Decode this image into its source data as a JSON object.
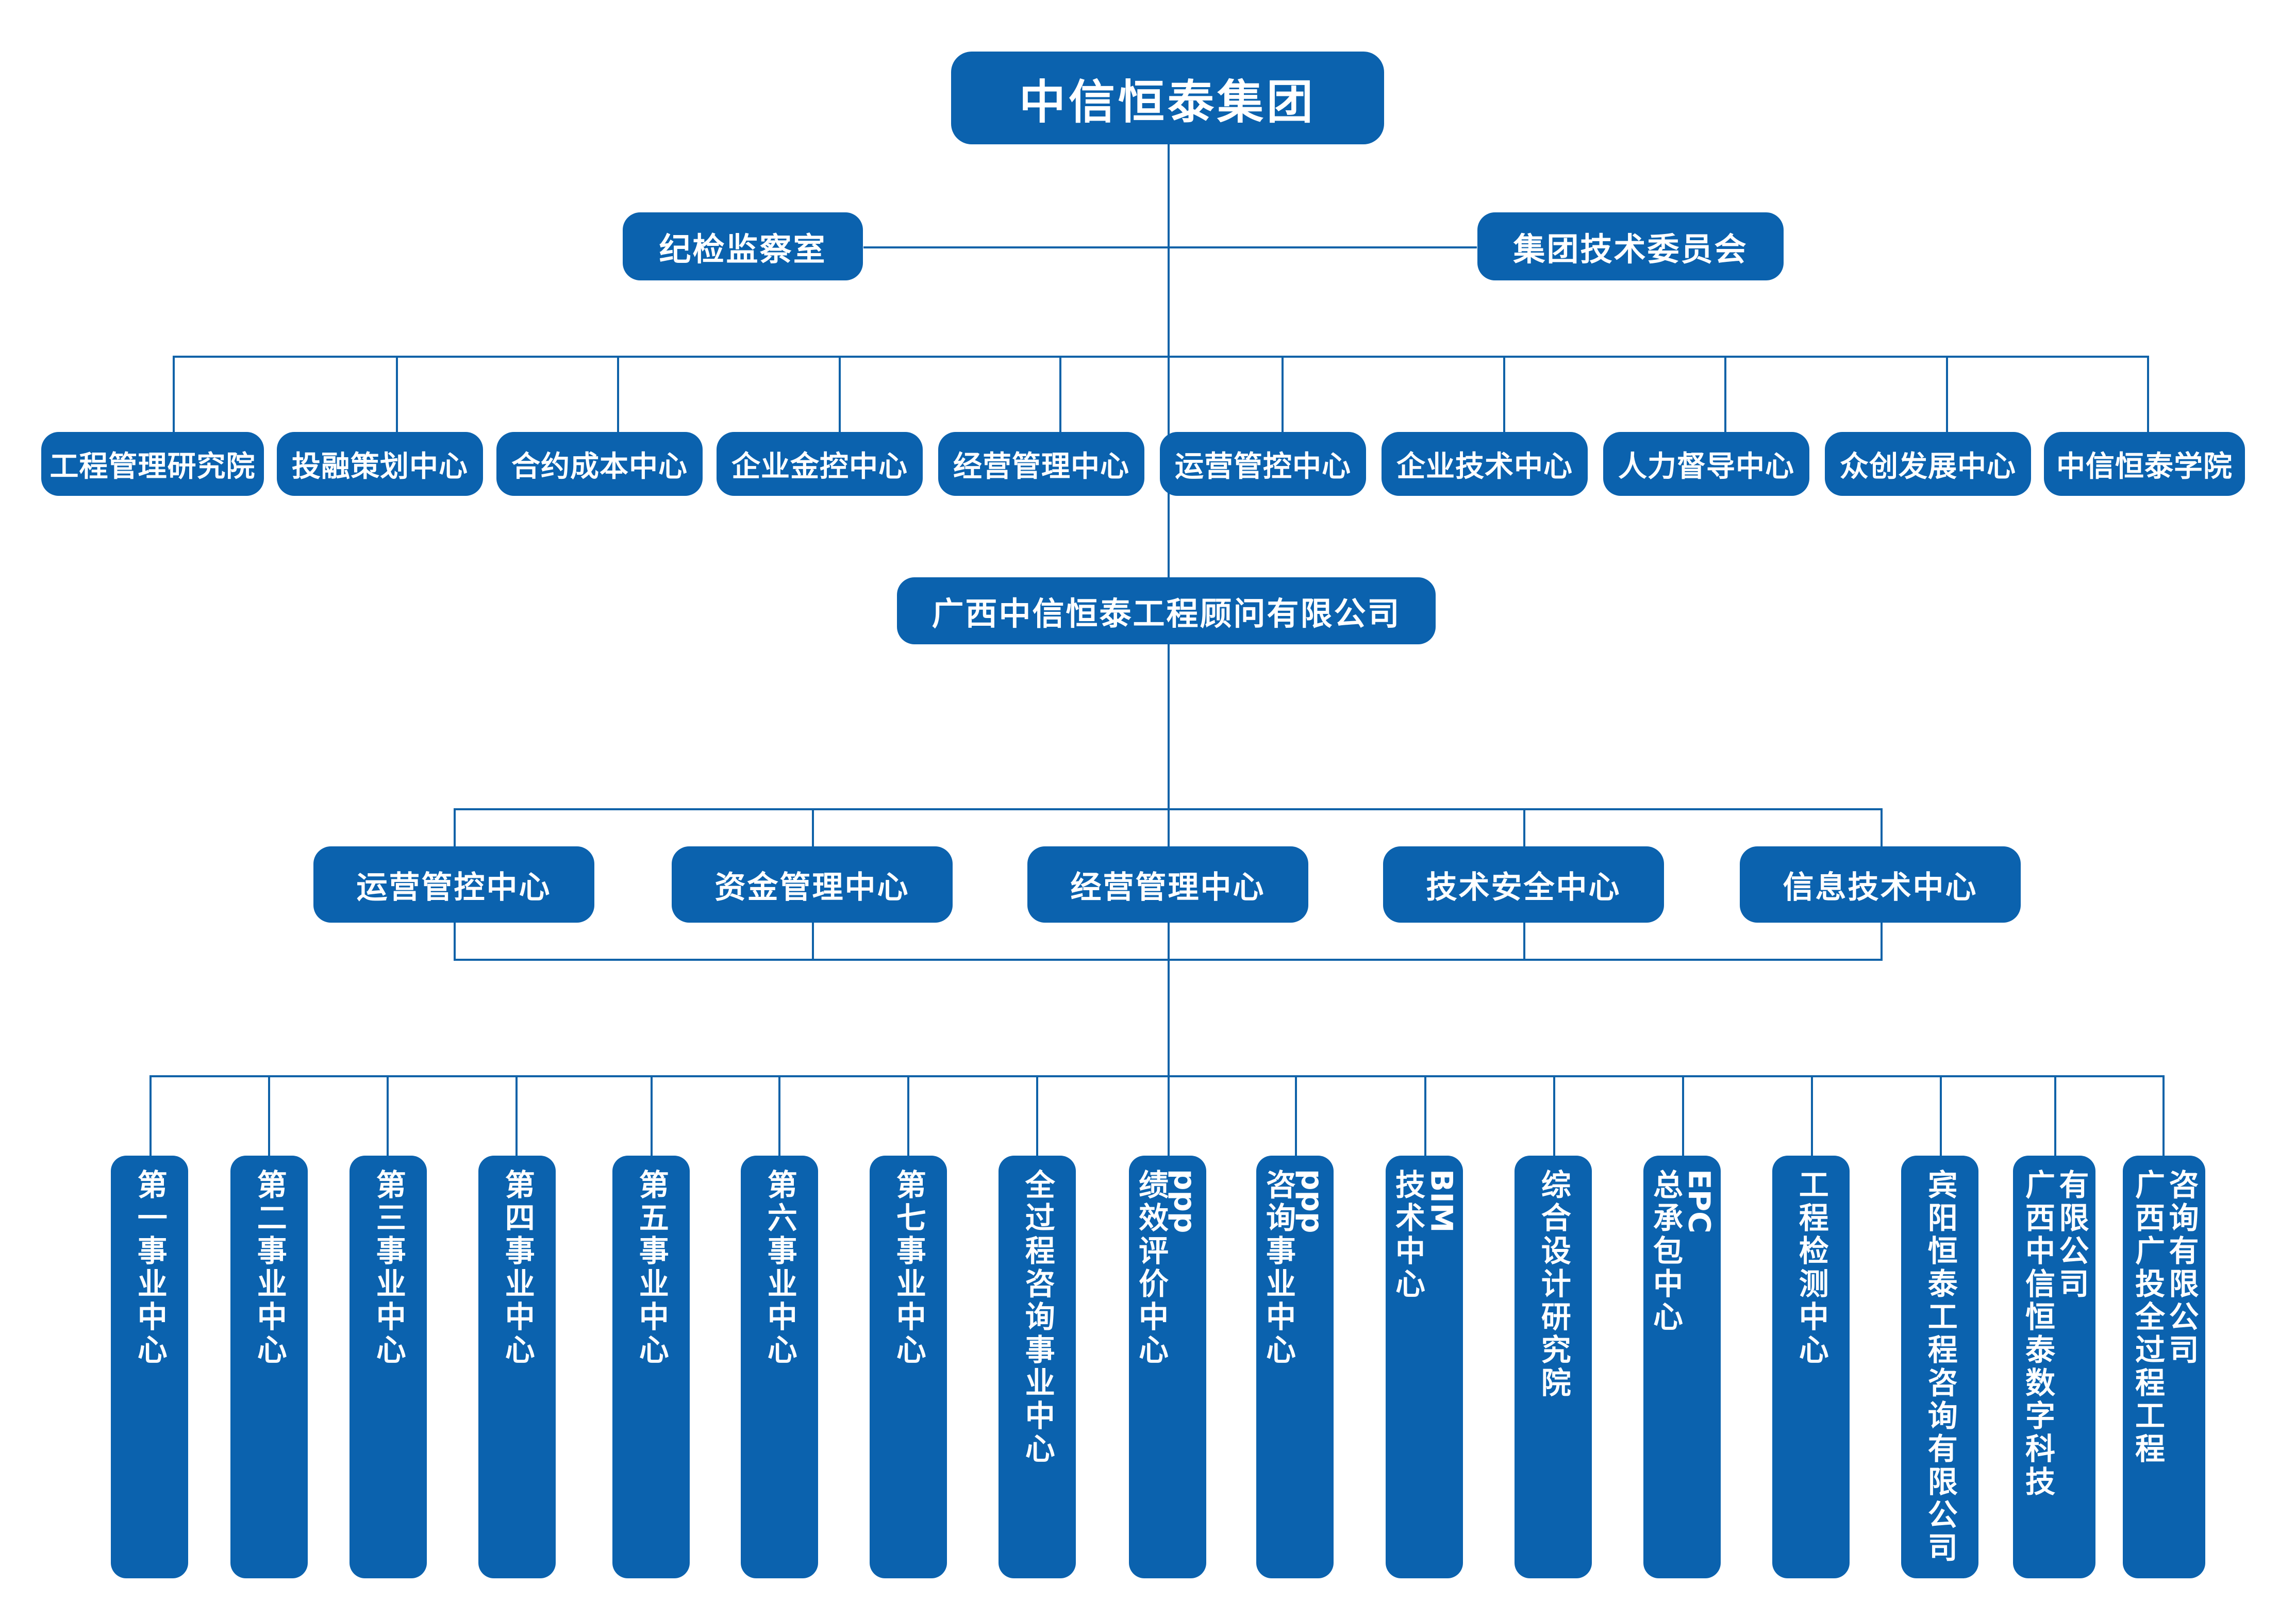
{
  "colors": {
    "node_fill": "#0b62ae",
    "node_text": "#ffffff",
    "connector": "#0f62a8",
    "background": "#ffffff"
  },
  "chart_meta": {
    "type": "org-chart",
    "title": "中信恒泰集团组织架构图",
    "levels": 6
  },
  "root": {
    "label": "中信恒泰集团"
  },
  "staff": [
    {
      "label": "纪检监察室"
    },
    {
      "label": "集团技术委员会"
    }
  ],
  "departments": [
    {
      "label": "工程管理研究院"
    },
    {
      "label": "投融策划中心"
    },
    {
      "label": "合约成本中心"
    },
    {
      "label": "企业金控中心"
    },
    {
      "label": "经营管理中心"
    },
    {
      "label": "运营管控中心"
    },
    {
      "label": "企业技术中心"
    },
    {
      "label": "人力督导中心"
    },
    {
      "label": "众创发展中心"
    },
    {
      "label": "中信恒泰学院"
    }
  ],
  "subsidiary": {
    "label": "广西中信恒泰工程顾问有限公司"
  },
  "centers": [
    {
      "label": "运营管控中心"
    },
    {
      "label": "资金管理中心"
    },
    {
      "label": "经营管理中心"
    },
    {
      "label": "技术安全中心"
    },
    {
      "label": "信息技术中心"
    }
  ],
  "business_units": [
    {
      "col1": "第一事业中心",
      "col2": "",
      "latin": ""
    },
    {
      "col1": "第二事业中心",
      "col2": "",
      "latin": ""
    },
    {
      "col1": "第三事业中心",
      "col2": "",
      "latin": ""
    },
    {
      "col1": "第四事业中心",
      "col2": "",
      "latin": ""
    },
    {
      "col1": "第五事业中心",
      "col2": "",
      "latin": ""
    },
    {
      "col1": "第六事业中心",
      "col2": "",
      "latin": ""
    },
    {
      "col1": "第七事业中心",
      "col2": "",
      "latin": ""
    },
    {
      "col1": "全过程咨询事业中心",
      "col2": "",
      "latin": ""
    },
    {
      "col1": "绩效评价中心",
      "col2": "",
      "latin": "ppp"
    },
    {
      "col1": "咨询事业中心",
      "col2": "",
      "latin": "ppp"
    },
    {
      "col1": "技术中心",
      "col2": "",
      "latin": "BIM"
    },
    {
      "col1": "综合设计研究院",
      "col2": "",
      "latin": ""
    },
    {
      "col1": "总承包中心",
      "col2": "",
      "latin": "EPC"
    },
    {
      "col1": "工程检测中心",
      "col2": "",
      "latin": ""
    },
    {
      "col1": "宾阳恒泰工程咨询有限公司",
      "col2": "",
      "latin": ""
    },
    {
      "col1": "广西中信恒泰数字科技",
      "col2": "有限公司",
      "latin": ""
    },
    {
      "col1": "广西广投全过程工程",
      "col2": "咨询有限公司",
      "latin": ""
    }
  ]
}
